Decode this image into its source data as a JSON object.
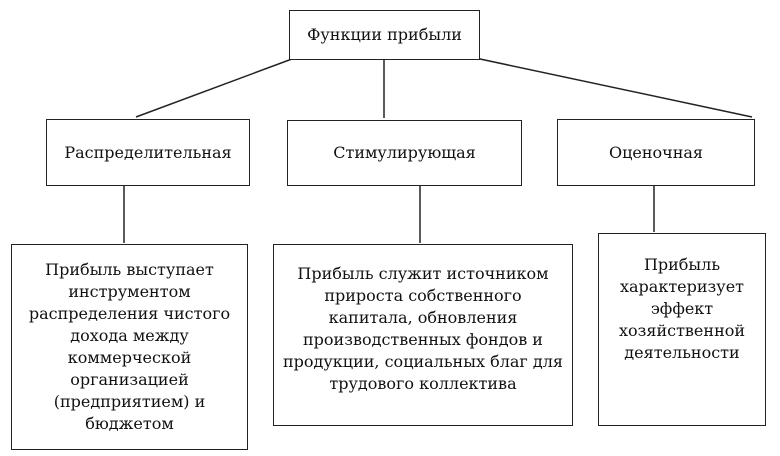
{
  "root": {
    "label": "Функции прибыли"
  },
  "functions": [
    {
      "label": "Распределительная",
      "description": "Прибыль выступает инструментом распределения чистого дохода между коммерческой организацией (предприятием) и бюджетом"
    },
    {
      "label": "Стимулирующая",
      "description": "Прибыль служит источником прироста собственного капитала, обновления производственных  фондов и продукции, социальных благ для трудового коллектива"
    },
    {
      "label": "Оценочная",
      "description": "Прибыль характеризует эффект хозяйственной деятельности"
    }
  ]
}
